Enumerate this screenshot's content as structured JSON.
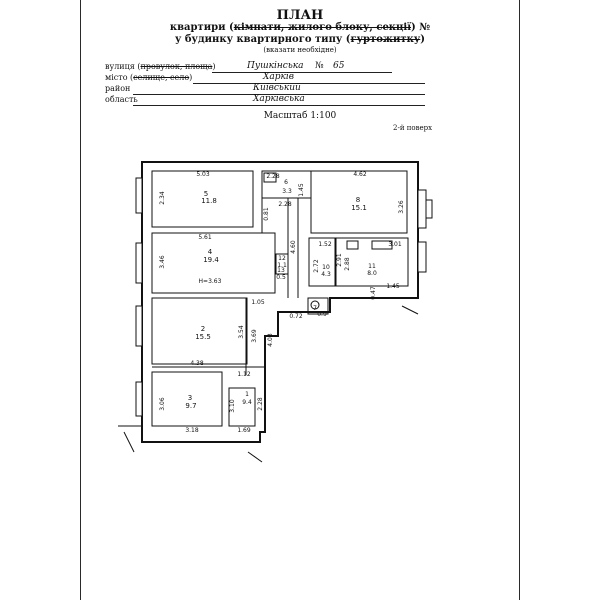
{
  "header": {
    "title": "ПЛАН",
    "line1_prefix": "квартири (",
    "line1_struck": "кімнати, жилого блоку, секції",
    "line1_suffix": ") №",
    "line2_prefix": "у будинку квартирного типу (",
    "line2_struck": "гуртожитку",
    "line2_suffix": ")",
    "hint": "(вказати необхідне)"
  },
  "fields": {
    "street_label_a": "вулиця (",
    "street_label_struck": "провулок, площа",
    "street_label_b": ")",
    "street_value": "Пушкінська",
    "number_label": "№",
    "number_value": "65",
    "city_label_a": "місто (",
    "city_label_struck": "селище, село",
    "city_label_b": ")",
    "city_value": "Харків",
    "district_label": "район",
    "district_value": "Київський",
    "region_label": "область",
    "region_value": "Харківська"
  },
  "scale": "Масштаб 1:100",
  "floor": "2-й поверх",
  "plan": {
    "rooms": [
      {
        "num": "5",
        "area": "11.8"
      },
      {
        "num": "6",
        "area": "3.3"
      },
      {
        "num": "8",
        "area": "15.1"
      },
      {
        "num": "4",
        "area": "19.4"
      },
      {
        "num": "12",
        "area": "1.1"
      },
      {
        "num": "13",
        "area": "0.5"
      },
      {
        "num": "10",
        "area": "4.3"
      },
      {
        "num": "11",
        "area": "8.0"
      },
      {
        "num": "2",
        "area": "15.5"
      },
      {
        "num": "7",
        "area": "0.9"
      },
      {
        "num": "3",
        "area": "9.7"
      },
      {
        "num": "1",
        "area": "9.4"
      }
    ],
    "height_note": "H=3.63",
    "dims": {
      "d503": "5.03",
      "d228a": "2.28",
      "d145a": "1.45",
      "d462": "4.62",
      "d234": "2.34",
      "d081": "0.81",
      "d228b": "2.28",
      "d326": "3.26",
      "d561": "5.61",
      "d152": "1.52",
      "d301": "3.01",
      "d346": "3.46",
      "d460": "4.60",
      "d272": "2.72",
      "d291": "2.91",
      "d288": "2.88",
      "d047": "0.47",
      "d145b": "1.45",
      "d105": "1.05",
      "d072": "0.72",
      "d354": "3.54",
      "d369": "3.69",
      "d403": "4.03",
      "d438": "4.38",
      "d112": "1.12",
      "d306": "3.06",
      "d310": "3.10",
      "d228c": "2.28",
      "d318": "3.18",
      "d169": "1.69"
    }
  }
}
